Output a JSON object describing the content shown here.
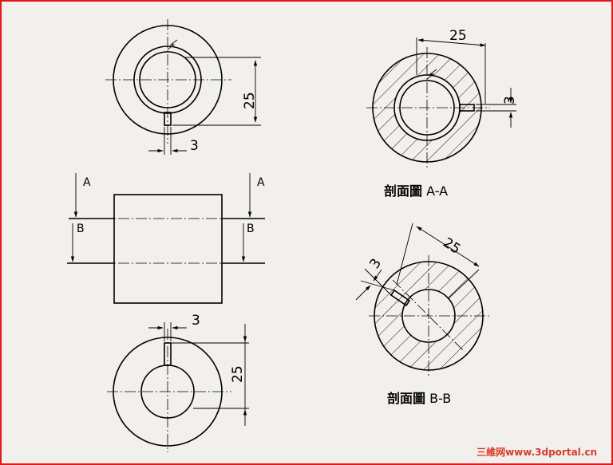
{
  "dimensions": {
    "top_view_height": "25",
    "top_view_keyway_width": "3",
    "bottom_view_height": "25",
    "bottom_view_keyway_width": "3",
    "section_aa_distance": "25",
    "section_aa_width": "3",
    "section_bb_distance": "25",
    "section_bb_width": "3"
  },
  "cut_markers": {
    "a_left": "A",
    "a_right": "A",
    "b_left": "B",
    "b_right": "B"
  },
  "section_labels": {
    "aa_prefix": "剖面圖",
    "aa_suffix": "A-A",
    "bb_prefix": "剖面圖",
    "bb_suffix": "B-B"
  },
  "watermark": "三維网www.3dportal.cn",
  "colors": {
    "frame_border": "#e01818",
    "paper": "#f1f0ec",
    "watermark": "#d83a2c"
  }
}
